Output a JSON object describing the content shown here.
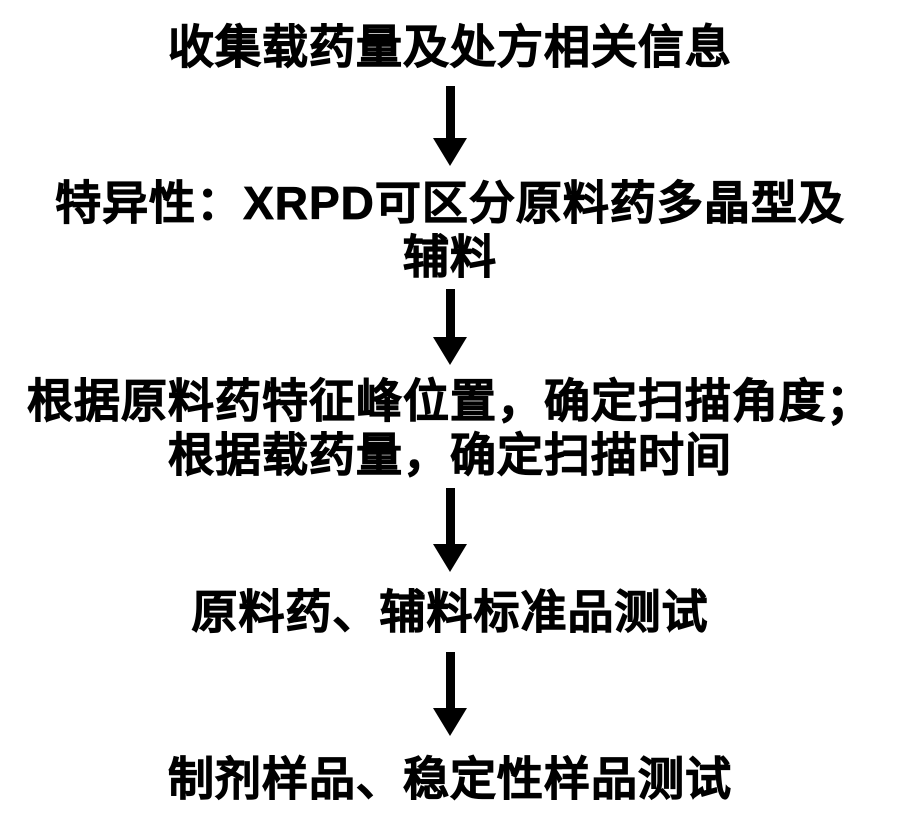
{
  "diagram": {
    "type": "flowchart",
    "direction": "top-down",
    "colors": {
      "background": "#ffffff",
      "text": "#000000",
      "arrow": "#000000"
    },
    "steps": [
      {
        "id": 1,
        "lines": [
          "收集载药量及处方相关信息"
        ]
      },
      {
        "id": 2,
        "lines": [
          "特异性：XRPD可区分原料药多晶型及",
          "辅料"
        ]
      },
      {
        "id": 3,
        "lines": [
          "根据原料药特征峰位置，确定扫描角度；",
          "根据载药量，确定扫描时间"
        ]
      },
      {
        "id": 4,
        "lines": [
          "原料药、辅料标准品测试"
        ]
      },
      {
        "id": 5,
        "lines": [
          "制剂样品、稳定性样品测试"
        ]
      }
    ],
    "connectors": [
      {
        "from": 1,
        "to": 2,
        "style": "down-arrow"
      },
      {
        "from": 2,
        "to": 3,
        "style": "down-arrow"
      },
      {
        "from": 3,
        "to": 4,
        "style": "down-arrow"
      },
      {
        "from": 4,
        "to": 5,
        "style": "down-arrow"
      }
    ]
  }
}
